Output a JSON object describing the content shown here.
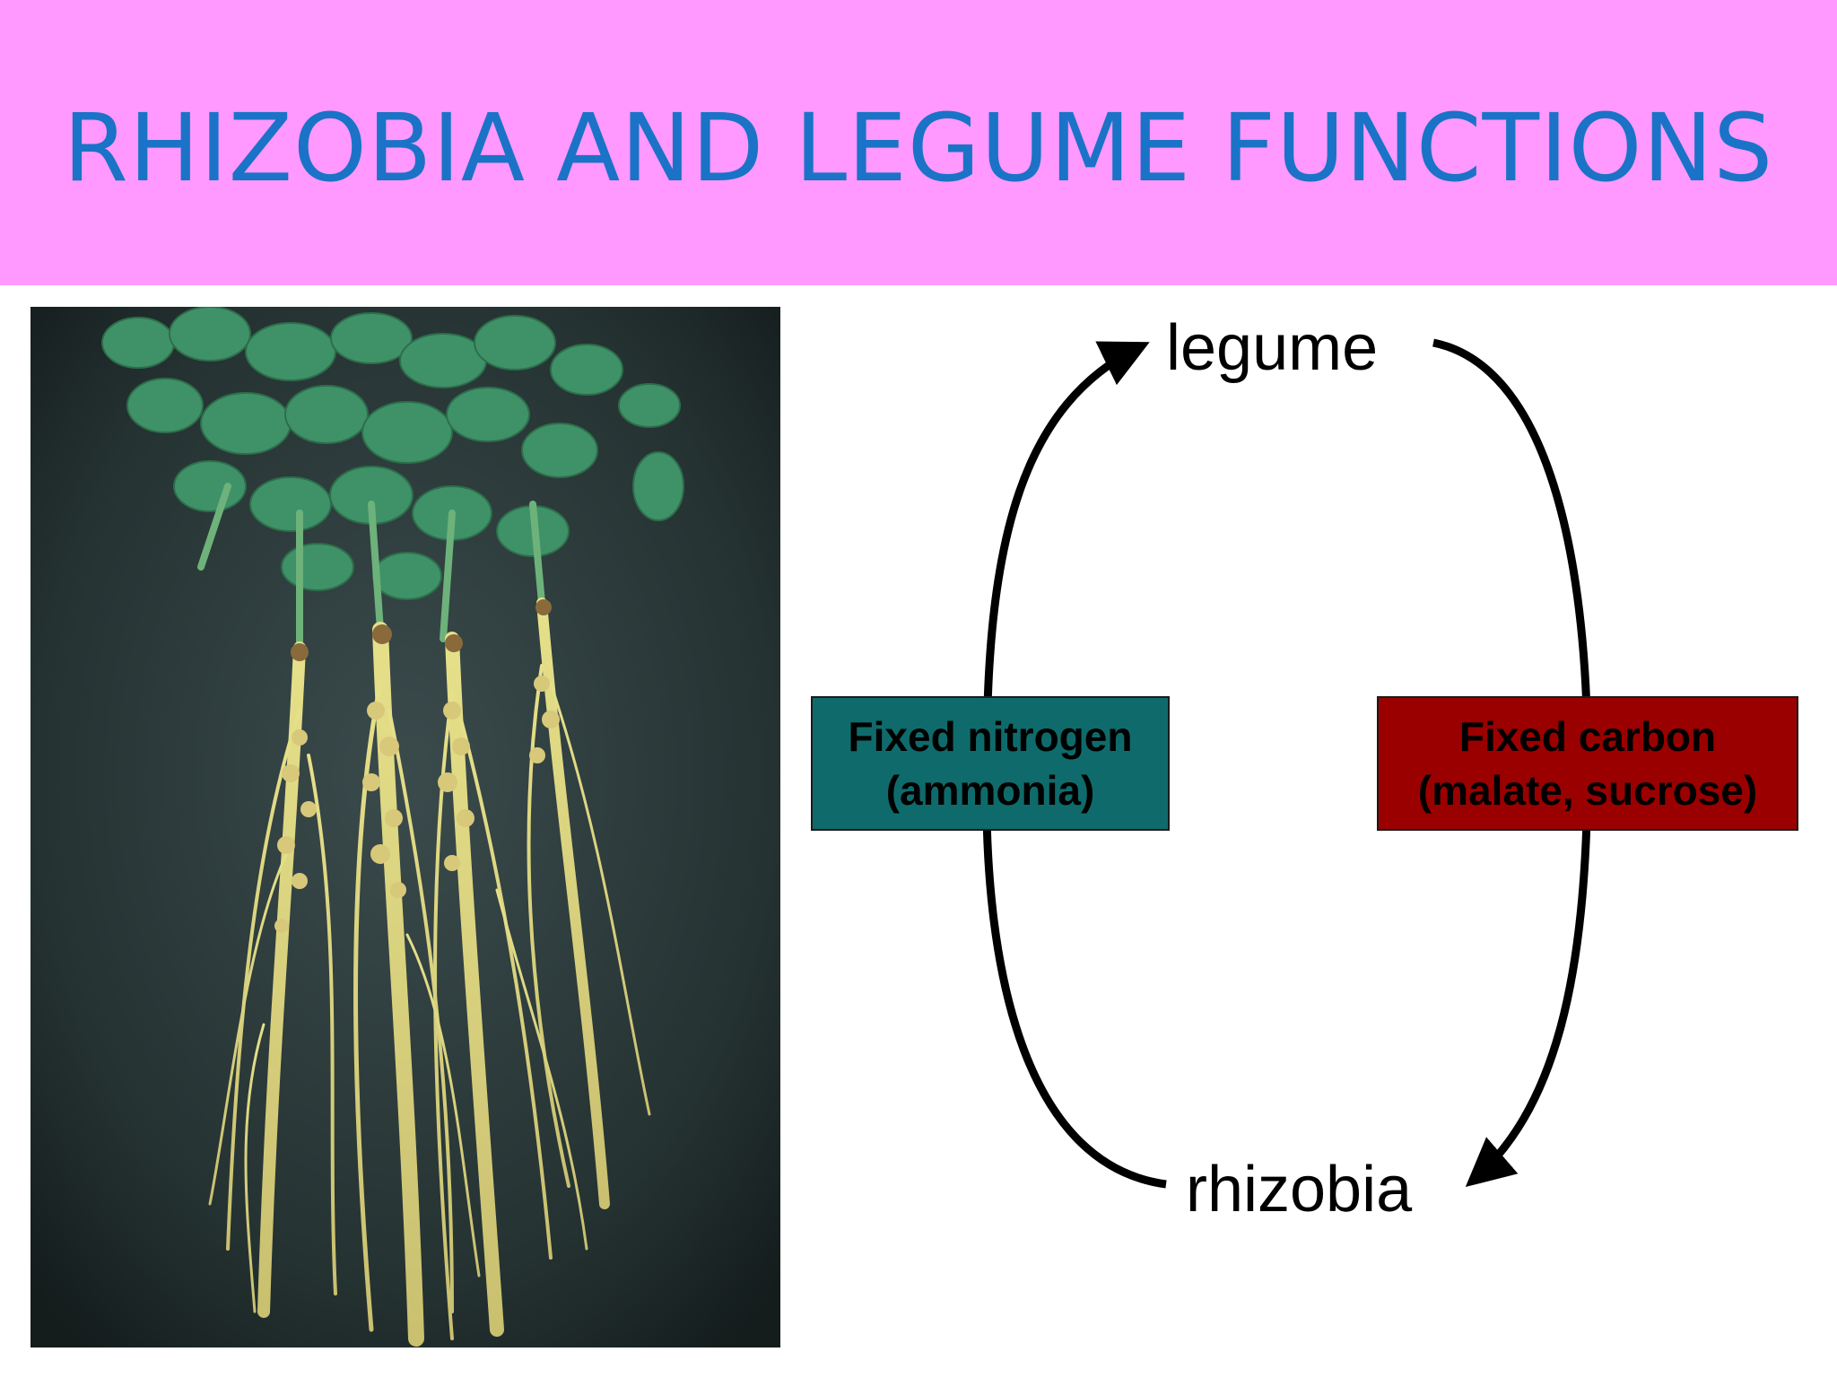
{
  "slide": {
    "title": "RHIZOBIA AND LEGUME FUNCTIONS",
    "header_color": "#ff99ff",
    "title_color": "#1a73c7"
  },
  "photo": {
    "subject": "legume plants with root nodules"
  },
  "diagram": {
    "top_node": "legume",
    "bottom_node": "rhizobia",
    "left_box": {
      "line1": "Fixed nitrogen",
      "line2": "(ammonia)",
      "color": "#0f6b6b"
    },
    "right_box": {
      "line1": "Fixed carbon",
      "line2": "(malate, sucrose)",
      "color": "#9b0000"
    }
  }
}
